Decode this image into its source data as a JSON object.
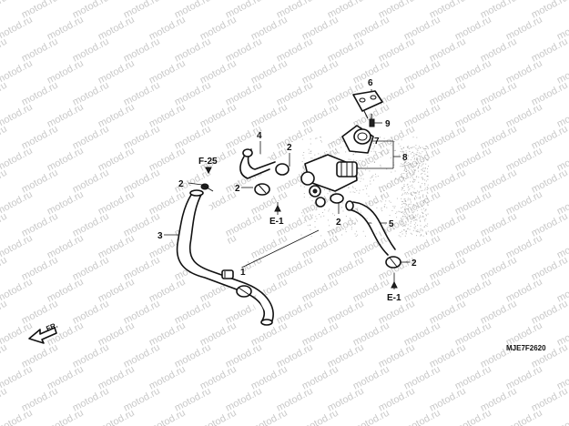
{
  "watermark_text": "motod.ru",
  "callouts": {
    "p1": "1",
    "p2a": "2",
    "p2b": "2",
    "p2c": "2",
    "p2d": "2",
    "p2e": "2",
    "p3": "3",
    "p4": "4",
    "p5": "5",
    "p6": "6",
    "p7": "7",
    "p8": "8",
    "p9": "9"
  },
  "refs": {
    "f25": "F-25",
    "e1a": "E-1",
    "e1b": "E-1"
  },
  "direction_label": "FR.",
  "diagram_code": "MJE7F2620"
}
